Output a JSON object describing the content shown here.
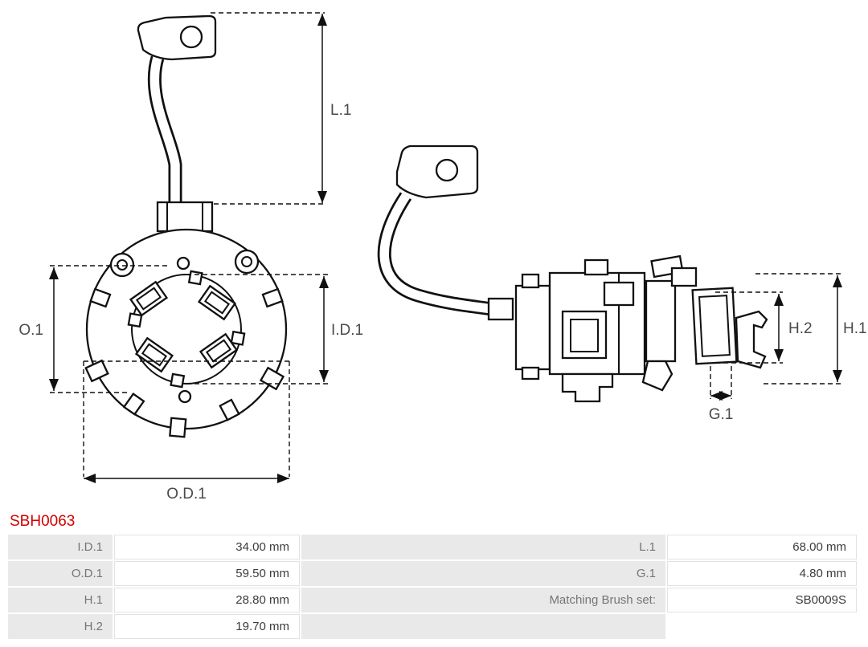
{
  "title": "SBH0063",
  "colors": {
    "title": "#d40000",
    "line": "#111111",
    "dim_label": "#4a4a4a",
    "table_label_bg": "#e9e9e9"
  },
  "diagram": {
    "front_view": {
      "labels": {
        "l1": "L.1",
        "o1": "O.1",
        "id1": "I.D.1",
        "od1": "O.D.1"
      }
    },
    "side_view": {
      "labels": {
        "h1": "H.1",
        "h2": "H.2",
        "g1": "G.1"
      }
    }
  },
  "table": {
    "rows": [
      {
        "label1": "I.D.1",
        "value1": "34.00 mm",
        "label2": "L.1",
        "value2": "68.00 mm"
      },
      {
        "label1": "O.D.1",
        "value1": "59.50 mm",
        "label2": "G.1",
        "value2": "4.80 mm"
      },
      {
        "label1": "H.1",
        "value1": "28.80 mm",
        "label2": "Matching Brush set:",
        "value2": "SB0009S"
      },
      {
        "label1": "H.2",
        "value1": "19.70 mm",
        "label2": "",
        "value2": ""
      }
    ]
  }
}
